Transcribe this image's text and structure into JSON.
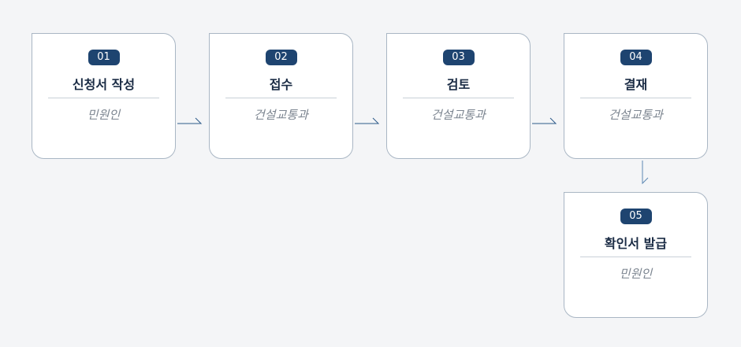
{
  "steps": [
    {
      "num": "01",
      "title": "신청서 작성",
      "actor": "민원인"
    },
    {
      "num": "02",
      "title": "접수",
      "actor": "건설교통과"
    },
    {
      "num": "03",
      "title": "검토",
      "actor": "건설교통과"
    },
    {
      "num": "04",
      "title": "결재",
      "actor": "건설교통과"
    },
    {
      "num": "05",
      "title": "확인서 발급",
      "actor": "민원인"
    }
  ],
  "colors": {
    "badge": "#1e4470",
    "border": "#a9b6c4",
    "connector": "#2d5a8a",
    "background": "#f4f5f7"
  }
}
